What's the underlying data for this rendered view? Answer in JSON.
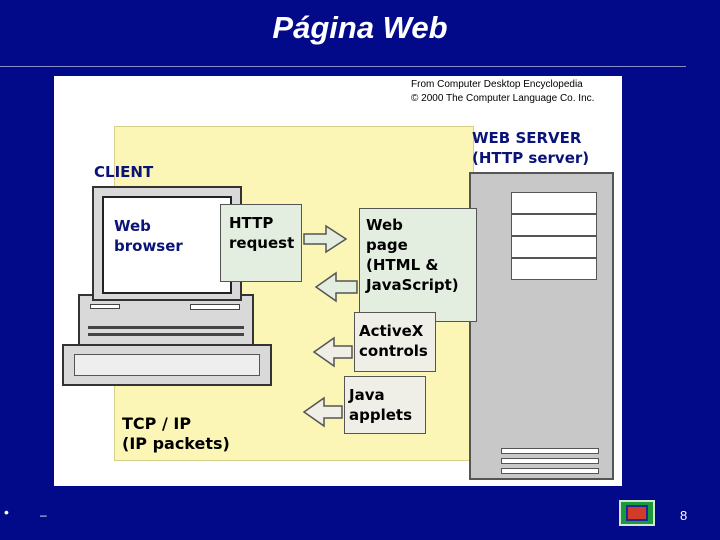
{
  "slide": {
    "title": "Página Web",
    "page_number": "8",
    "footer_bullet": "•",
    "footer_dash": "–"
  },
  "figure": {
    "credit_line1": "From Computer Desktop Encyclopedia",
    "credit_line2": "© 2000 The Computer Language Co. Inc.",
    "client_label": "CLIENT",
    "server_label_line1": "WEB SERVER",
    "server_label_line2": "(HTTP server)",
    "browser_line1": "Web",
    "browser_line2": "browser",
    "http_line1": "HTTP",
    "http_line2": "request",
    "webpage_lines": [
      "Web",
      "page",
      "(HTML &",
      "JavaScript)"
    ],
    "activex_lines": [
      "ActiveX",
      "controls"
    ],
    "java_lines": [
      "Java",
      "applets"
    ],
    "tcp_line1": "TCP / IP",
    "tcp_line2": "(IP packets)"
  },
  "colors": {
    "background": "#020a8a",
    "yellow_area": "#fbf6b6",
    "label_navy": "#0a1478",
    "green_box": "#e3ede0"
  }
}
